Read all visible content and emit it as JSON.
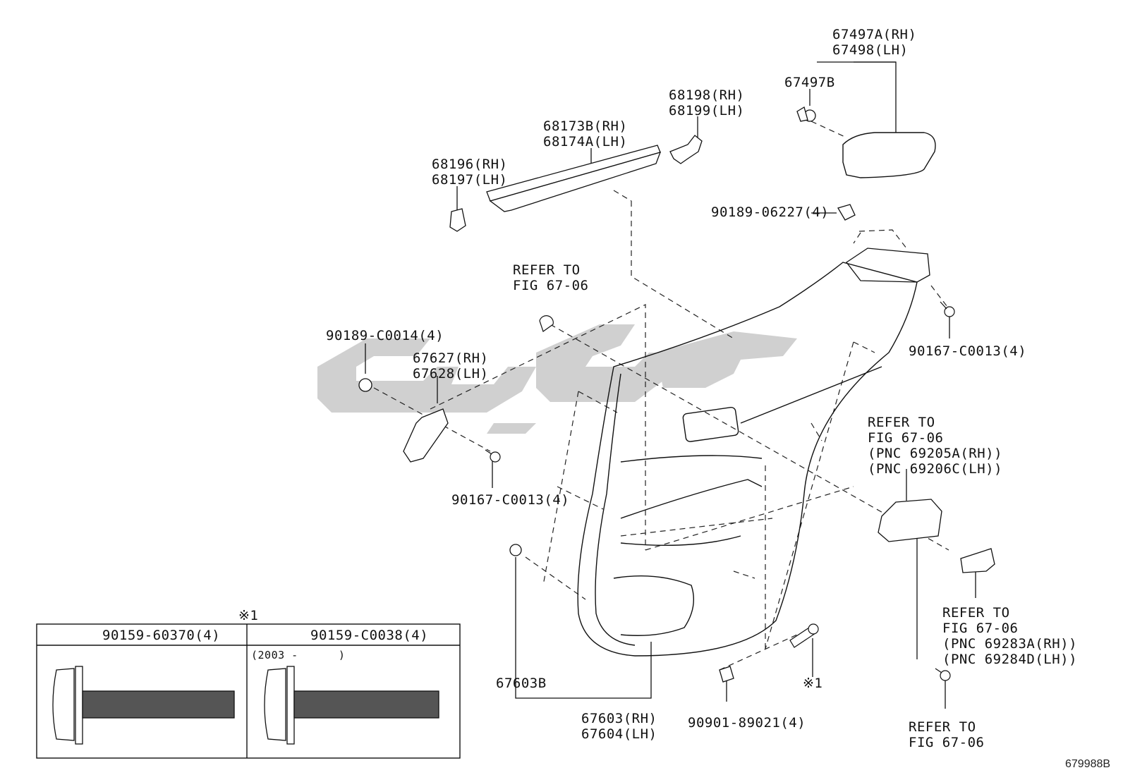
{
  "parts": {
    "p67497A": "67497A(RH)",
    "p67498": "67498(LH)",
    "p67497B": "67497B",
    "p68198": "68198(RH)",
    "p68199": "68199(LH)",
    "p68173B": "68173B(RH)",
    "p68174A": "68174A(LH)",
    "p68196": "68196(RH)",
    "p68197": "68197(LH)",
    "p90189_06227": "90189-06227(4)",
    "refer_a1": "REFER TO",
    "refer_a2": "FIG 67-06",
    "p90189_C0014": "90189-C0014(4)",
    "p67627": "67627(RH)",
    "p67628": "67628(LH)",
    "p90167_C0013_right": "90167-C0013(4)",
    "p90167_C0013_left": "90167-C0013(4)",
    "refer_b1": "REFER TO",
    "refer_b2": "FIG 67-06",
    "refer_b3": "(PNC 69205A(RH))",
    "refer_b4": "(PNC 69206C(LH))",
    "refer_c1": "REFER TO",
    "refer_c2": "FIG 67-06",
    "refer_c3": "(PNC 69283A(RH))",
    "refer_c4": "(PNC 69284D(LH))",
    "refer_d1": "REFER TO",
    "refer_d2": "FIG 67-06",
    "p67603B": "67603B",
    "p67603": "67603(RH)",
    "p67604": "67604(LH)",
    "p90901": "90901-89021(4)",
    "note_mark": "※1"
  },
  "table": {
    "mark": "※1",
    "col1_header": "90159-60370(4)",
    "col2_header": "90159-C0038(4)",
    "col2_note": "(2003 -      )"
  },
  "watermark_text": "",
  "figure_code": "679988B"
}
